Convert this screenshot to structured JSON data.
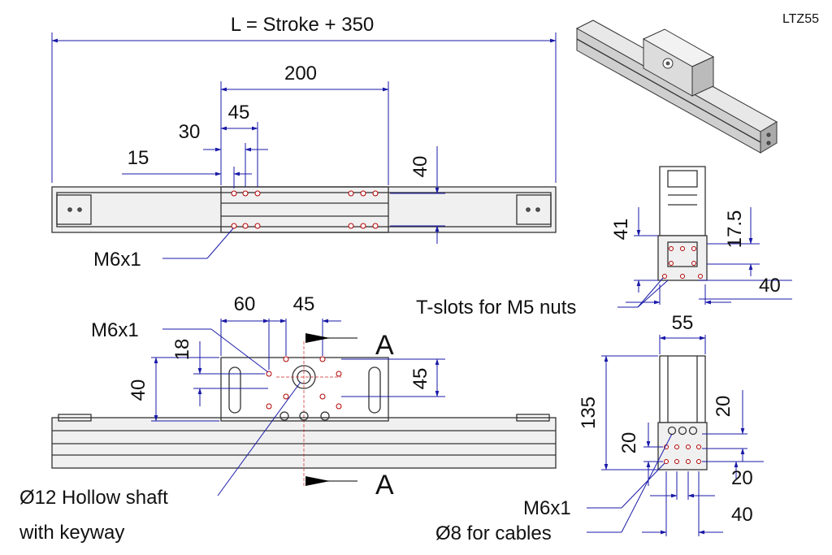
{
  "model": "LTZ55",
  "labels": {
    "overall_length": "L = Stroke + 350",
    "d200": "200",
    "d45_top": "45",
    "d30": "30",
    "d15": "15",
    "d40_top": "40",
    "m6_top": "M6x1",
    "d60": "60",
    "d45_front": "45",
    "m6_front": "M6x1",
    "d18": "18",
    "d40_front": "40",
    "d45_front_v": "45",
    "section_a1": "A",
    "section_a2": "A",
    "shaft_line1": "Ø12 Hollow shaft",
    "shaft_line2": "with keyway",
    "d41": "41",
    "d17_5": "17.5",
    "d40_side": "40",
    "tslots": "T-slots for M5 nuts",
    "d55": "55",
    "d135": "135",
    "d20_left": "20",
    "d20_right_top": "20",
    "d20_right_bot": "20",
    "m6_end": "M6x1",
    "cables": "Ø8 for cables",
    "d40_end": "40"
  }
}
